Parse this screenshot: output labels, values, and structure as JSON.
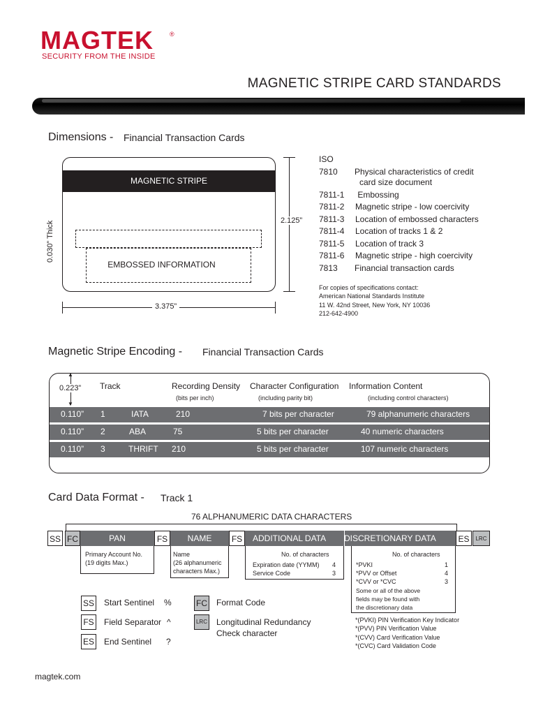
{
  "logo": {
    "name": "MAGTEK",
    "reg": "®",
    "tagline": "SECURITY FROM THE INSIDE"
  },
  "title": "MAGNETIC STRIPE CARD STANDARDS",
  "dimensions": {
    "heading": "Dimensions -",
    "subheading": "Financial Transaction Cards",
    "stripe_label": "MAGNETIC STRIPE",
    "embossed_label": "EMBOSSED INFORMATION",
    "thickness": "0.030” Thick",
    "height": "2.125”",
    "width": "3.375”"
  },
  "iso": {
    "header": "ISO",
    "items": [
      {
        "code": "7810",
        "desc": "Physical characteristics of credit",
        "desc2": "card size document"
      },
      {
        "code": "7811-1",
        "desc": " Embossing"
      },
      {
        "code": "7811-2",
        "desc": "Magnetic stripe - low coercivity"
      },
      {
        "code": "7811-3",
        "desc": "Location of embossed characters"
      },
      {
        "code": "7811-4",
        "desc": "Location of tracks 1 & 2"
      },
      {
        "code": "7811-5",
        "desc": "Location of track 3"
      },
      {
        "code": "7811-6",
        "desc": "Magnetic stripe - high coercivity"
      },
      {
        "code": "7813",
        "desc": "Financial transaction cards"
      }
    ],
    "contact": [
      "For copies of specifications contact:",
      "American National Standards Institute",
      "11 W. 42nd Street, New York, NY 10036",
      "212-642-4900"
    ]
  },
  "encoding": {
    "heading": "Magnetic Stripe Encoding -",
    "subheading": "Financial Transaction Cards",
    "offset": "0.223”",
    "headers": {
      "track": "Track",
      "density": "Recording Density",
      "density_sub": "(bits per inch)",
      "config": "Character Configuration",
      "config_sub": "(including parity bit)",
      "content": "Information Content",
      "content_sub": "(including control characters)"
    },
    "rows": [
      {
        "width": "0.110”",
        "track": "1",
        "name": "IATA",
        "density": "210",
        "config": "7 bits per character",
        "content": "79 alphanumeric characters"
      },
      {
        "width": "0.110”",
        "track": "2",
        "name": "ABA",
        "density": "75",
        "config": "5 bits per character",
        "content": "40 numeric characters"
      },
      {
        "width": "0.110”",
        "track": "3",
        "name": "THRIFT",
        "density": "210",
        "config": "5 bits per character",
        "content": "107 numeric characters"
      }
    ]
  },
  "format": {
    "heading": "Card Data Format -",
    "subheading": "Track 1",
    "span_label": "76 ALPHANUMERIC DATA CHARACTERS",
    "cells": {
      "ss": "SS",
      "fc": "FC",
      "pan": "PAN",
      "fs1": "FS",
      "name": "NAME",
      "fs2": "FS",
      "add": "ADDITIONAL DATA",
      "disc": "DISCRETIONARY DATA",
      "es": "ES",
      "lrc": "LRC"
    },
    "pan_note": [
      "Primary Account No.",
      "(19 digits Max.)"
    ],
    "name_note": [
      "Name",
      "(26 alphanumeric",
      "characters Max.)"
    ],
    "add_note": {
      "header": "No. of characters",
      "rows": [
        {
          "label": "Expiration date (YYMM)",
          "n": "4"
        },
        {
          "label": "Service Code",
          "n": "3"
        }
      ]
    },
    "disc_note": {
      "header": "No. of characters",
      "rows": [
        {
          "label": "*PVKI",
          "n": "1"
        },
        {
          "label": "*PVV or Offset",
          "n": "4"
        },
        {
          "label": "*CVV or *CVC",
          "n": "3"
        }
      ],
      "extra": [
        "Some or all of the above",
        "fields may be found with",
        "the discretionary data"
      ]
    },
    "legend": [
      {
        "code": "SS",
        "label": "Start Sentinel",
        "sym": "%"
      },
      {
        "code": "FS",
        "label": "Field Separator",
        "sym": "^"
      },
      {
        "code": "ES",
        "label": "End Sentinel",
        "sym": "?"
      },
      {
        "code": "FC",
        "label": "Format Code"
      },
      {
        "code": "LRC",
        "label": "Longitudinal Redundancy",
        "label2": "Check character"
      }
    ],
    "footnotes": [
      "*(PVKI) PIN Verification Key Indicator",
      "*(PVV) PIN Verification Value",
      "*(CVV) Card Verification Value",
      "*(CVC) Card Validation Code"
    ]
  },
  "footer": "magtek.com"
}
